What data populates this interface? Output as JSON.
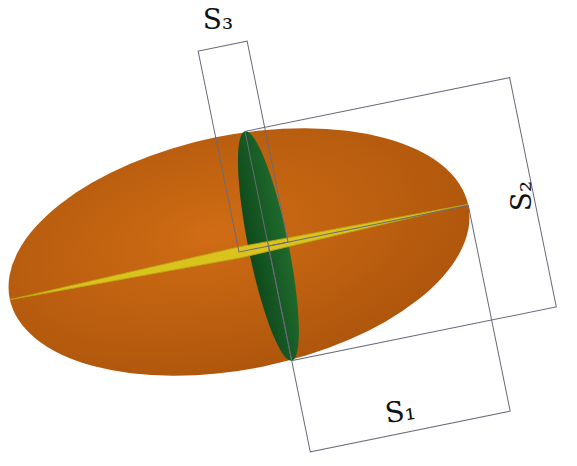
{
  "diagram": {
    "labels": [
      "S₃",
      "S₂",
      "S₁"
    ]
  }
}
